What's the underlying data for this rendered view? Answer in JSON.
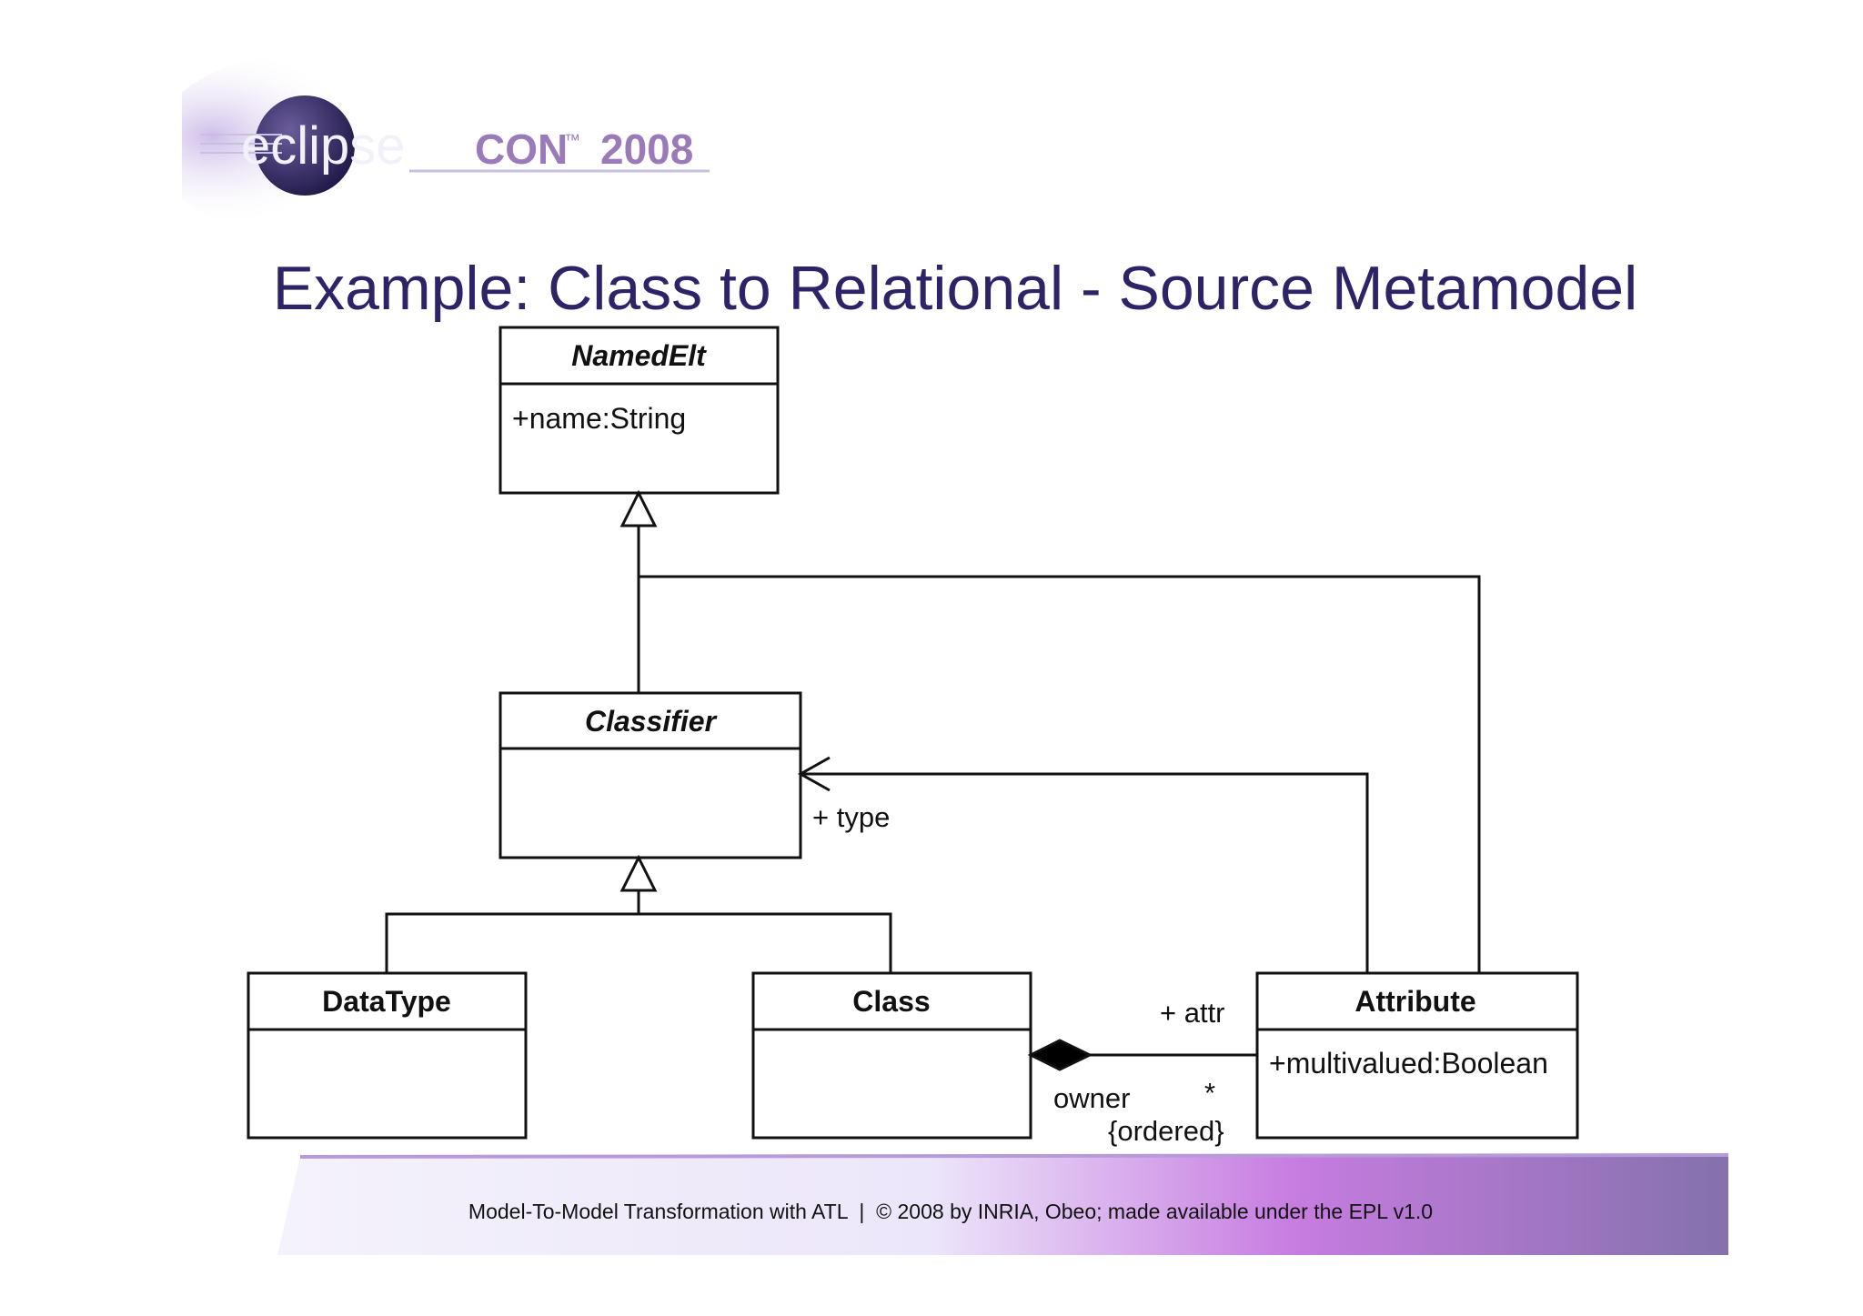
{
  "slide": {
    "logo": {
      "text_eclipse": "eclipse",
      "text_con": "CON",
      "text_tm": "™",
      "text_year": "2008"
    },
    "title": "Example: Class to Relational - Source Metamodel",
    "footer": "Model-To-Model Transformation with ATL  |  © 2008 by INRIA, Obeo; made available under the EPL v1.0"
  },
  "diagram": {
    "classes": {
      "namedelt": {
        "name": "NamedElt",
        "attribute": "+name:String"
      },
      "classifier": {
        "name": "Classifier"
      },
      "datatype": {
        "name": "DataType"
      },
      "class": {
        "name": "Class"
      },
      "attribute": {
        "name": "Attribute",
        "attribute": "+multivalued:Boolean"
      }
    },
    "labels": {
      "type_role": "+ type",
      "attr_role": "+ attr",
      "owner_role": "owner",
      "multiplicity": "*",
      "ordered": "{ordered}"
    }
  },
  "colors": {
    "title": "#2e2366",
    "footer_band_start": "#e8e4f7",
    "footer_band_end": "#8471ad",
    "logo_purple": "#9a7ab8"
  }
}
